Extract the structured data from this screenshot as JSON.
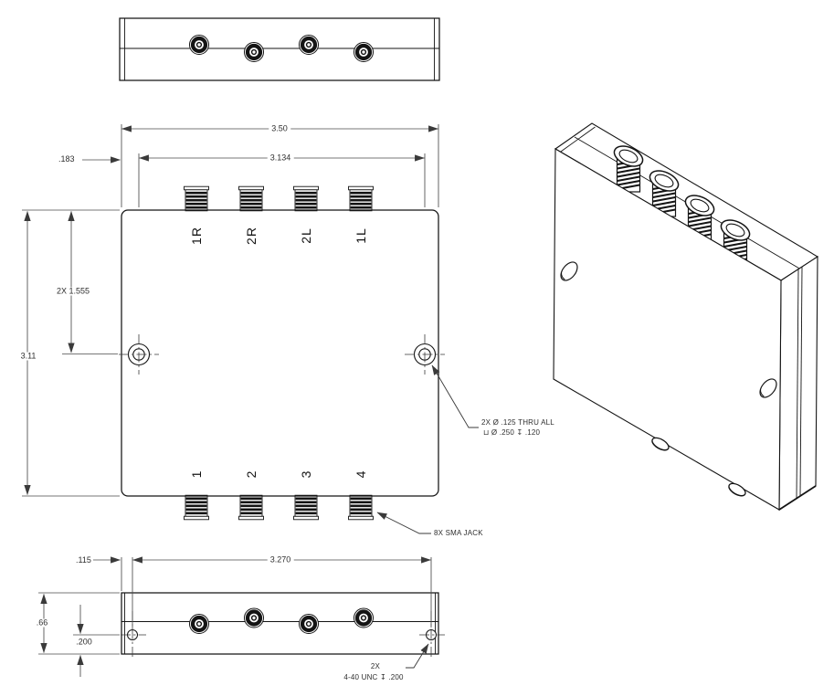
{
  "views": {
    "front": {
      "top_port_labels": [
        "1R",
        "2R",
        "2L",
        "1L"
      ],
      "bottom_port_labels": [
        "1",
        "2",
        "3",
        "4"
      ]
    }
  },
  "dimensions": {
    "front_overall_width": "3.50",
    "front_hole_span": "3.134",
    "front_edge_to_hole": ".183",
    "front_hole_height": "2X 1.555",
    "front_overall_height": "3.11",
    "bottom_edge_to_tap": ".115",
    "bottom_tap_span": "3.270",
    "side_thickness": ".66",
    "tap_edge_offset": ".200"
  },
  "callouts": {
    "counterbore_line1": "2X Ø .125 THRU ALL",
    "counterbore_line2": "⊔ Ø .250 ↧ .120",
    "sma_jack": "8X SMA JACK",
    "tap_line1": "2X",
    "tap_line2": "4-40 UNC ↧ .200"
  }
}
